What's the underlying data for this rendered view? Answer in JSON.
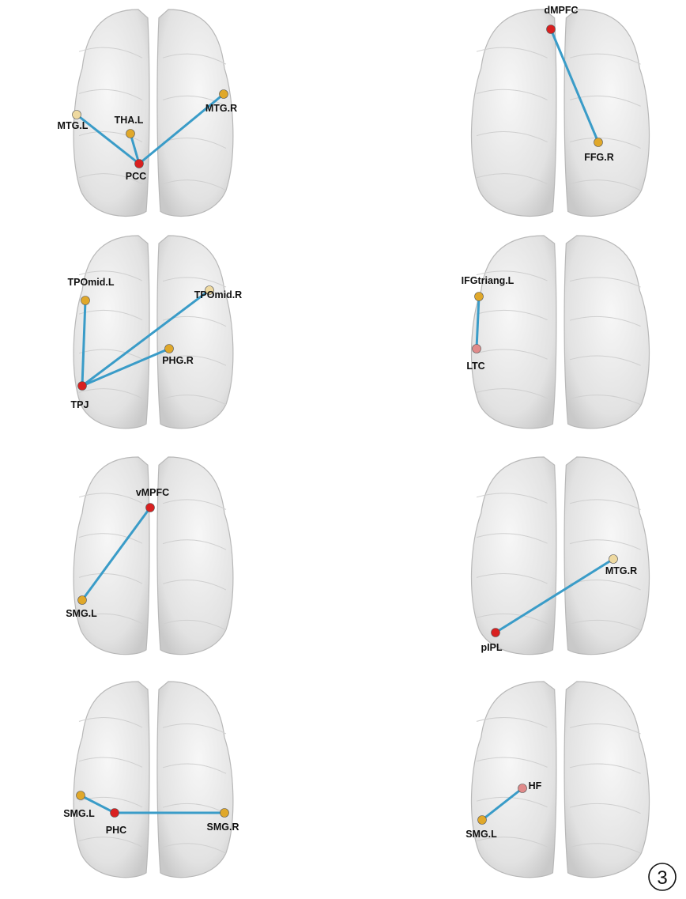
{
  "figure_number": "3",
  "colors": {
    "seed": "#d92020",
    "target": "#e0a82a",
    "target_pale": "#eed9a0",
    "seed_pale": "#e08a8a",
    "edge": "#3a9cc8",
    "brain": "#e6e6e6",
    "brain_outline": "#b8b8b8"
  },
  "panels": [
    {
      "nodes": [
        {
          "label": "PCC",
          "type": "seed"
        },
        {
          "label": "MTG.L",
          "type": "target_pale"
        },
        {
          "label": "THA.L",
          "type": "target"
        },
        {
          "label": "MTG.R",
          "type": "target"
        }
      ],
      "edges": [
        [
          0,
          1
        ],
        [
          0,
          2
        ],
        [
          0,
          3
        ]
      ]
    },
    {
      "nodes": [
        {
          "label": "dMPFC",
          "type": "seed"
        },
        {
          "label": "FFG.R",
          "type": "target"
        }
      ],
      "edges": [
        [
          0,
          1
        ]
      ]
    },
    {
      "nodes": [
        {
          "label": "TPJ",
          "type": "seed"
        },
        {
          "label": "TPOmid.L",
          "type": "target"
        },
        {
          "label": "TPOmid.R",
          "type": "target_pale"
        },
        {
          "label": "PHG.R",
          "type": "target"
        }
      ],
      "edges": [
        [
          0,
          1
        ],
        [
          0,
          2
        ],
        [
          0,
          3
        ]
      ]
    },
    {
      "nodes": [
        {
          "label": "LTC",
          "type": "seed_pale"
        },
        {
          "label": "IFGtriang.L",
          "type": "target"
        }
      ],
      "edges": [
        [
          0,
          1
        ]
      ]
    },
    {
      "nodes": [
        {
          "label": "vMPFC",
          "type": "seed"
        },
        {
          "label": "SMG.L",
          "type": "target"
        }
      ],
      "edges": [
        [
          0,
          1
        ]
      ]
    },
    {
      "nodes": [
        {
          "label": "pIPL",
          "type": "seed"
        },
        {
          "label": "MTG.R",
          "type": "target_pale"
        }
      ],
      "edges": [
        [
          0,
          1
        ]
      ]
    },
    {
      "nodes": [
        {
          "label": "PHC",
          "type": "seed"
        },
        {
          "label": "SMG.L",
          "type": "target"
        },
        {
          "label": "SMG.R",
          "type": "target"
        }
      ],
      "edges": [
        [
          0,
          1
        ],
        [
          0,
          2
        ]
      ]
    },
    {
      "nodes": [
        {
          "label": "HF",
          "type": "seed_pale"
        },
        {
          "label": "SMG.L",
          "type": "target"
        }
      ],
      "edges": [
        [
          0,
          1
        ]
      ]
    }
  ]
}
